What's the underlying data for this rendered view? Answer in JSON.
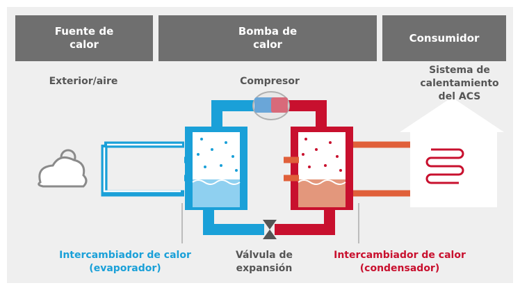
{
  "headers": {
    "source": "Fuente de\ncalor",
    "pump": "Bomba de\ncalor",
    "consumer": "Consumidor"
  },
  "labels": {
    "outdoor": "Exterior/aire",
    "compressor": "Compresor",
    "system": "Sistema de\ncalentamiento\ndel ACS",
    "evaporator": "Intercambiador de calor\n(evaporador)",
    "valve": "Válvula de\nexpansión",
    "condenser": "Intercambiador de calor\n(condensador)"
  },
  "colors": {
    "blue": "#1aa0d8",
    "light_blue": "#8fd0f0",
    "red": "#c8102e",
    "orange": "#e0603a",
    "header_gray": "#6f6f6f",
    "icon_gray": "#8a8a8a"
  }
}
